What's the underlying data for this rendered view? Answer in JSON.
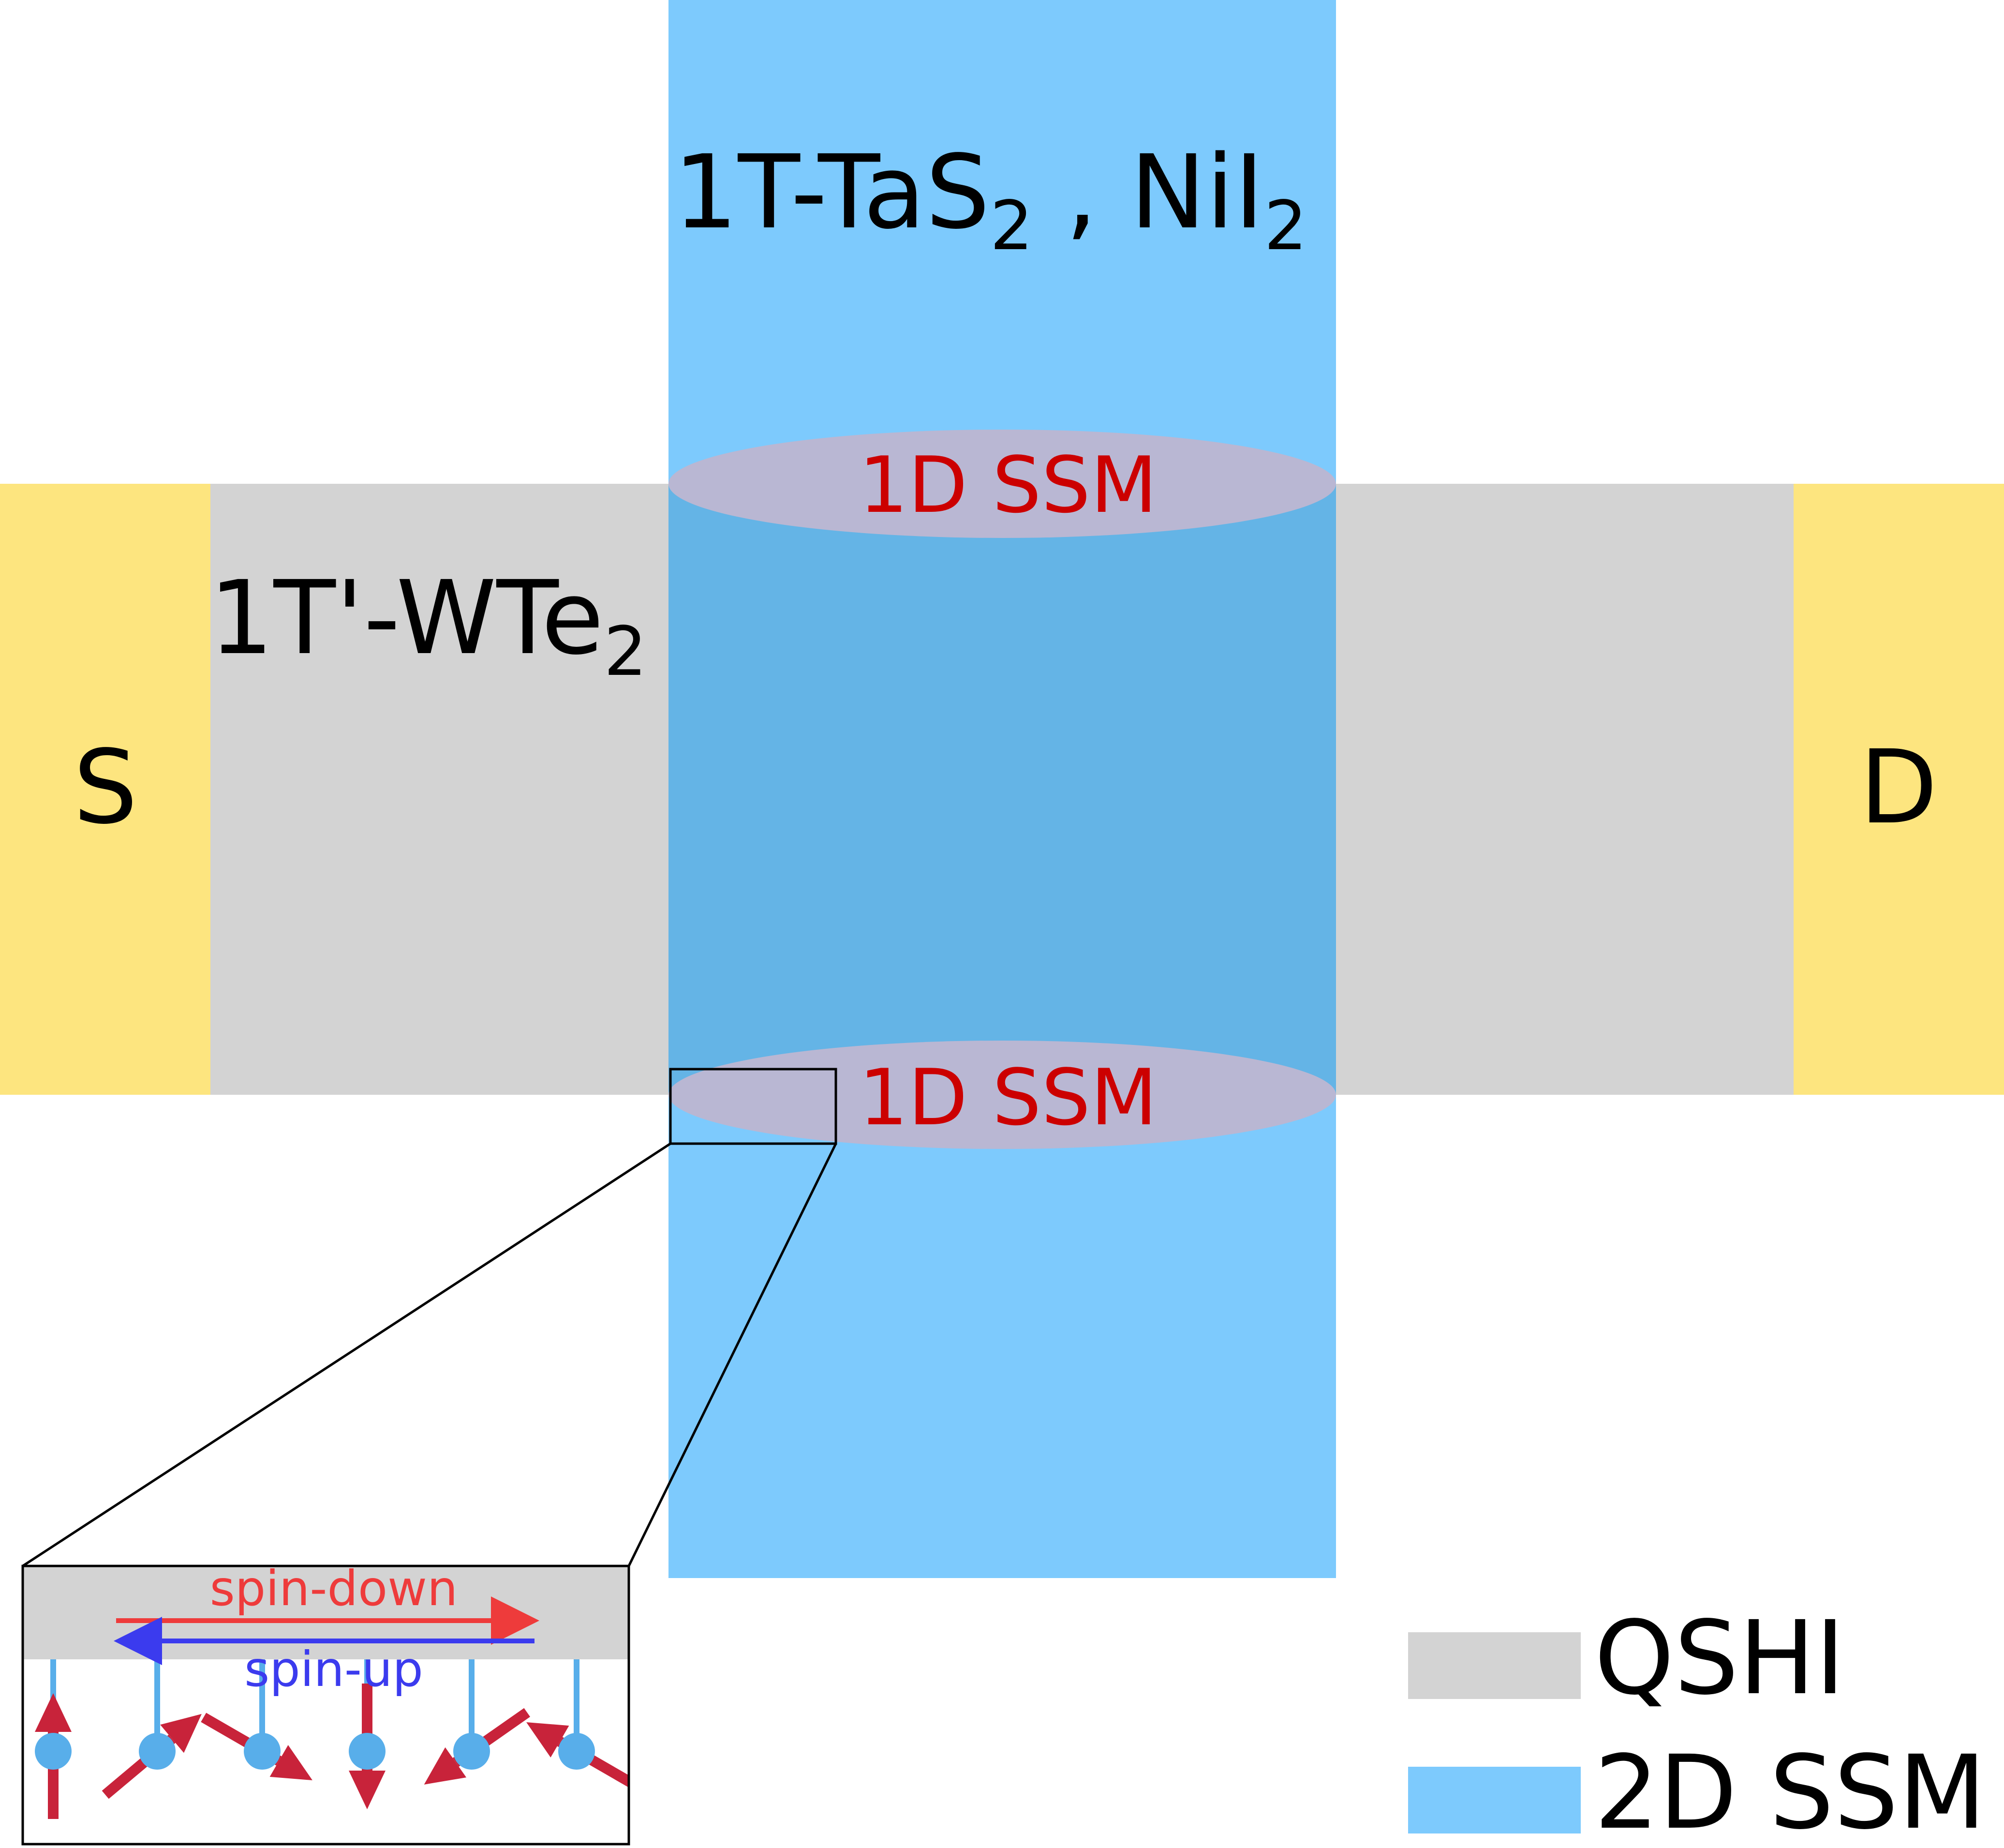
{
  "labels": {
    "source": "S",
    "drain": "D",
    "qshi_material": {
      "main": "1T'-WTe",
      "sub": "2"
    },
    "ssm_material": {
      "part1": "1T-TaS",
      "sub1": "2",
      "sep": " , ",
      "part2": "NiI",
      "sub2": "2"
    },
    "edge_top": "1D SSM",
    "edge_bottom": "1D SSM"
  },
  "inset": {
    "spin_down": "spin-down",
    "spin_up": "spin-up"
  },
  "legend": [
    {
      "label": "QSHI",
      "color": "#d3d3d3"
    },
    {
      "label": "2D SSM",
      "color": "#7dcafd"
    }
  ],
  "colors": {
    "contact": "#fde57f",
    "qshi": "#d3d3d3",
    "ssm": "#7dcafd",
    "overlap": "#64b4e6",
    "edge_text": "#cc0000",
    "spin_down": "#ee3b3b",
    "spin_up": "#3b3bee",
    "spin_site": "#58aeea",
    "spin_arrow": "#c8233a"
  }
}
